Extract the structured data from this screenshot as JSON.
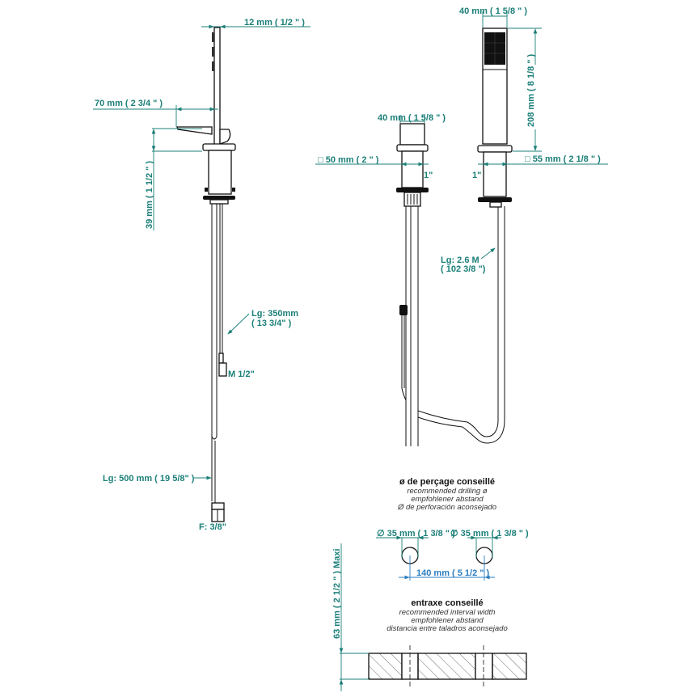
{
  "left_view": {
    "head_width": "12 mm ( 1/2 \" )",
    "lever_reach": "70 mm ( 2 3/4 \" )",
    "body_height": "39 mm ( 1 1/2 \" )",
    "hose_length": "Lg: 350mm",
    "hose_length_in": "( 13 3/4\" )",
    "outlet_thread": "M 1/2\"",
    "supply_length": "Lg: 500 mm ( 19 5/8\" )",
    "supply_thread": "F: 3/8\""
  },
  "middle_view": {
    "top_width": "40 mm ( 1 5/8 \" )",
    "base_square": "□  50 mm ( 2 \" )",
    "thread": "1\""
  },
  "right_view": {
    "handshower_width": "40 mm ( 1 5/8 \" )",
    "handshower_height": "208 mm ( 8 1/8 \" )",
    "base_square": "□  55 mm ( 2 1/8 \" )",
    "thread": "1\"",
    "hose_length": "Lg: 2.6 M",
    "hose_length_in": "( 102 3/8 \")"
  },
  "drilling": {
    "title": "ø de perçage conseillé",
    "lines": [
      "recommended drilling ø",
      "empfohlener abstand",
      "Ø de perforación aconsejado"
    ],
    "hole_left": "∅  35 mm ( 1 3/8 \" )",
    "hole_right": "∅  35 mm ( 1 3/8 \" )",
    "spacing": "140 mm ( 5 1/2 \" )"
  },
  "interval": {
    "title": "entraxe conseillé",
    "lines": [
      "recommended interval width",
      "empfohlener abstand",
      "distancia entre taladros aconsejado"
    ],
    "max_thickness": "63 mm ( 2 1/2 \" )  Maxi"
  }
}
